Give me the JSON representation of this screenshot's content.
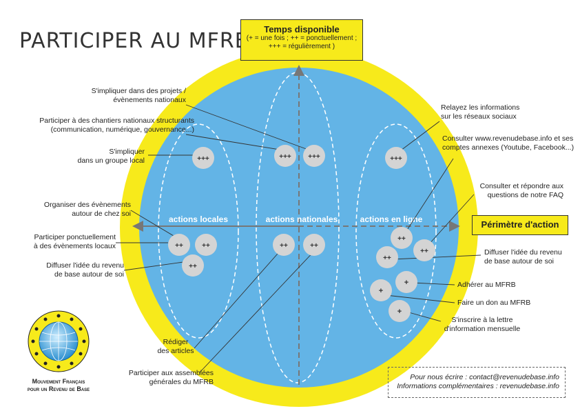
{
  "title": "PARTICIPER AU MFRB",
  "time_box": {
    "heading": "Temps disponible",
    "line1": "(+ = une fois ; ++ = ponctuellement ;",
    "line2": "+++ = régulièrement )"
  },
  "perimeter_label": "Périmètre d'action",
  "zones": {
    "local": "actions locales",
    "national": "actions nationales",
    "online": "actions en ligne"
  },
  "badges": {
    "once": "+",
    "occasional": "++",
    "regular": "+++"
  },
  "annotations": {
    "projets": [
      "S'impliquer dans des projets /",
      "évènements nationaux"
    ],
    "chantiers": [
      "Participer à des chantiers nationaux structurants",
      "(communication, numérique, gouvernance...)"
    ],
    "groupe_local": [
      "S'impliquer",
      "dans un groupe local"
    ],
    "organiser": [
      "Organiser des évènements",
      "autour de chez soi"
    ],
    "evenements_locaux": [
      "Participer ponctuellement",
      "à des évènements locaux"
    ],
    "diffuser_local": [
      "Diffuser l'idée du revenu",
      "de base autour de soi"
    ],
    "reseaux": [
      "Relayez les informations",
      "sur les réseaux sociaux"
    ],
    "consulter_site": [
      "Consulter www.revenudebase.info et ses",
      "comptes annexes (Youtube, Facebook...)"
    ],
    "faq": [
      "Consulter et répondre aux",
      "questions de notre FAQ"
    ],
    "diffuser_online": [
      "Diffuser l'idée du revenu",
      "de base autour de soi"
    ],
    "adherer": [
      "Adhérer au MFRB"
    ],
    "don": [
      "Faire un don au MFRB"
    ],
    "lettre": [
      "S'inscrire à la lettre",
      "d'information mensuelle"
    ],
    "rediger": [
      "Rédiger",
      "des articles"
    ],
    "assemblees": [
      "Participer aux assemblées",
      "générales du MFRB"
    ]
  },
  "contact": {
    "line1": "Pour nous écrire : contact@revenudebase.info",
    "line2": "Informations complémentaires : revenudebase.info"
  },
  "logo": {
    "line1": "Mouvement Français",
    "line2": "pour un Revenu de Base"
  },
  "colors": {
    "yellow": "#f7ea1b",
    "blue": "#63b4e6",
    "badge": "#d4d4d4",
    "axis": "#777777"
  }
}
